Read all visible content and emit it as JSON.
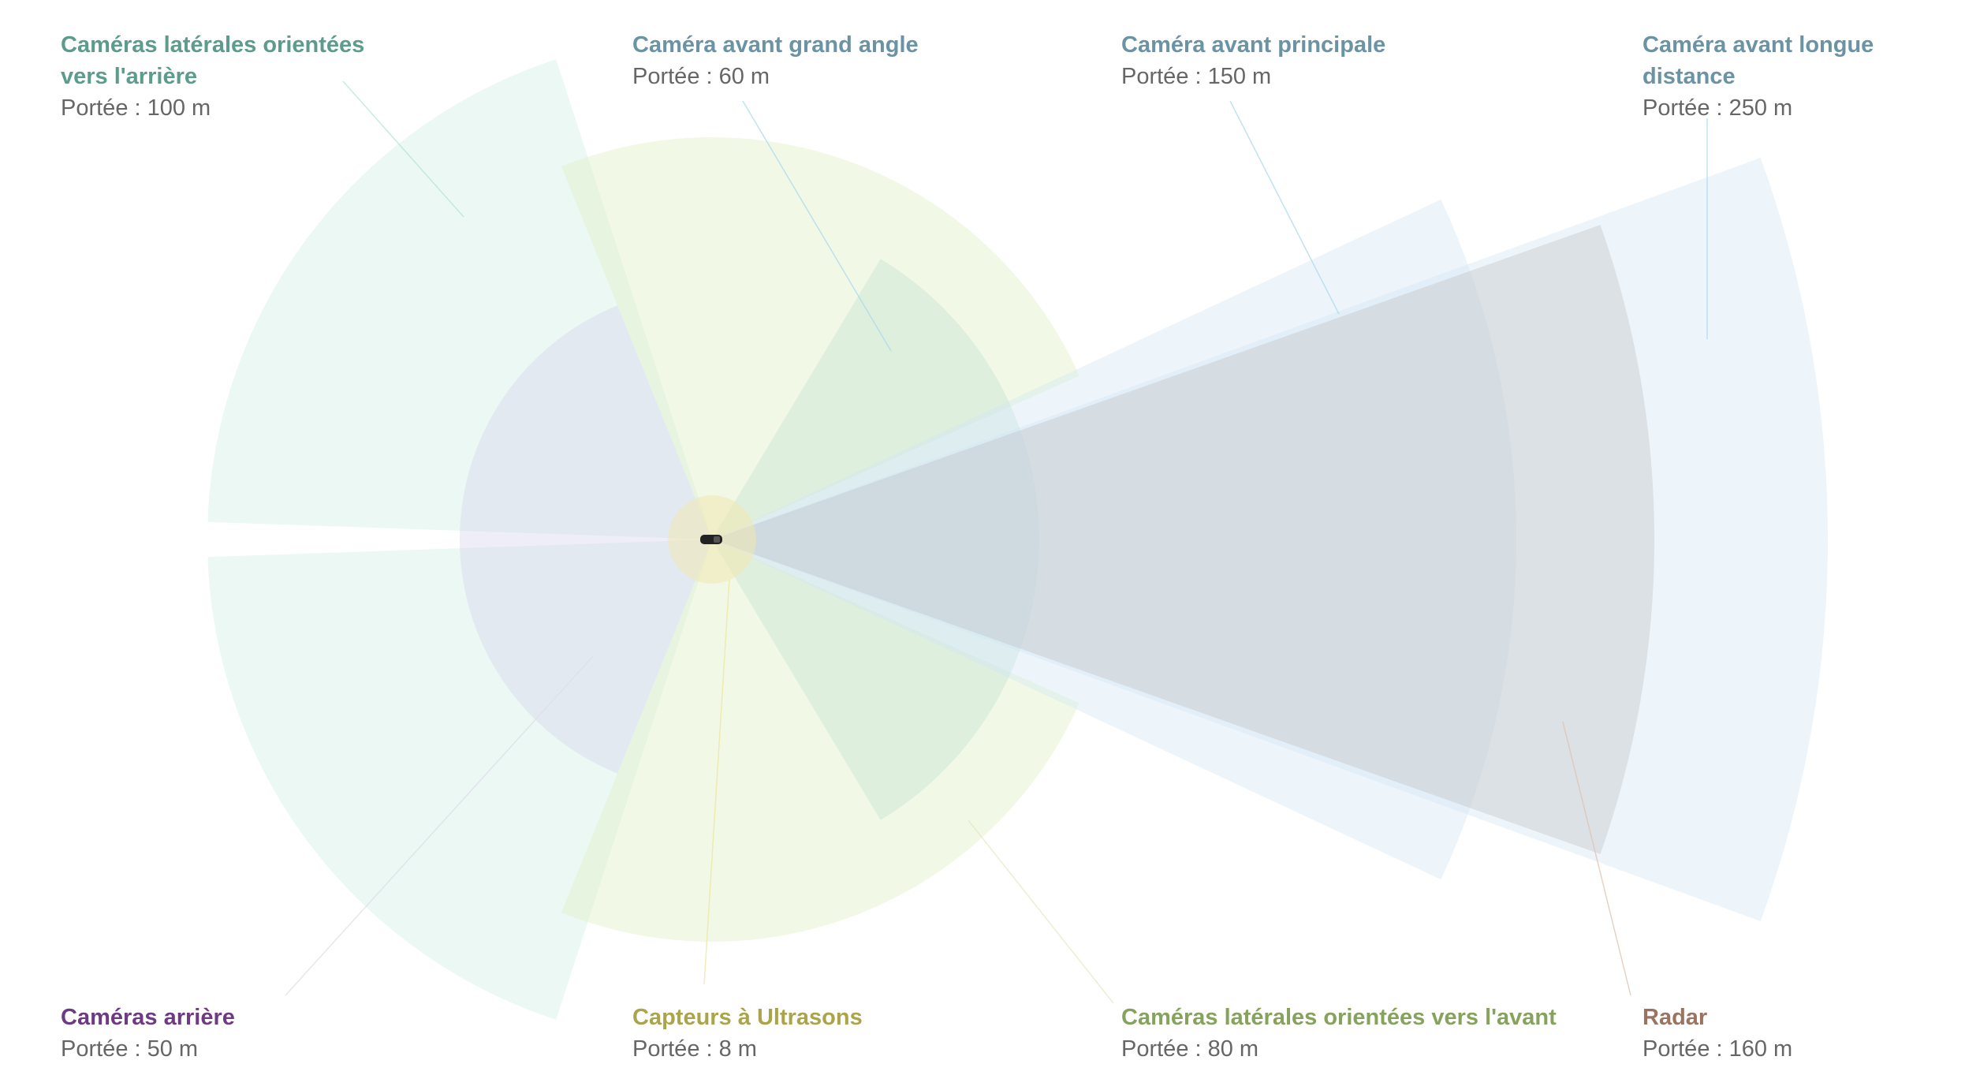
{
  "diagram": {
    "sensors": [
      {
        "id": "side-rear",
        "name": "Caméras latérales orientées vers l'arrière",
        "range": "Portée : 100 m",
        "color": "#5b9c8c"
      },
      {
        "id": "wide",
        "name": "Caméra avant grand angle",
        "range": "Portée : 60 m",
        "color": "#6a93a3"
      },
      {
        "id": "main",
        "name": "Caméra avant principale",
        "range": "Portée : 150 m",
        "color": "#6a93a3"
      },
      {
        "id": "long",
        "name": "Caméra avant longue distance",
        "range": "Portée : 250 m",
        "color": "#6a93a3"
      },
      {
        "id": "rear",
        "name": "Caméras arrière",
        "range": "Portée : 50 m",
        "color": "#6e3a83"
      },
      {
        "id": "ultra",
        "name": "Capteurs à Ultrasons",
        "range": "Portée : 8 m",
        "color": "#aaa54a"
      },
      {
        "id": "side-front",
        "name": "Caméras latérales orientées vers l'avant",
        "range": "Portée : 80 m",
        "color": "#86a35e"
      },
      {
        "id": "radar",
        "name": "Radar",
        "range": "Portée : 160 m",
        "color": "#9a7460"
      }
    ]
  }
}
